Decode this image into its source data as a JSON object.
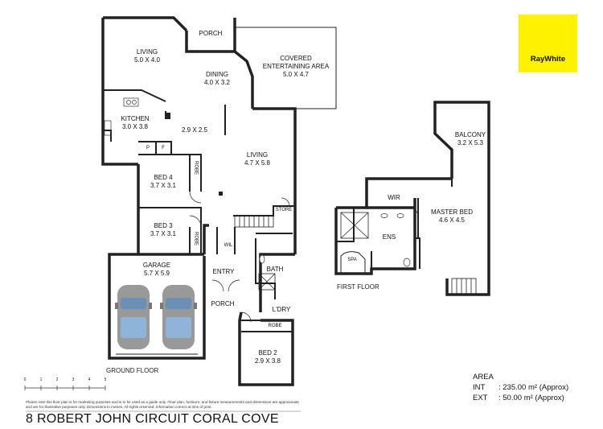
{
  "brand": {
    "name": "RayWhite",
    "color": "#fff200"
  },
  "address": "8 ROBERT JOHN CIRCUIT CORAL COVE",
  "floors": {
    "ground": "GROUND FLOOR",
    "first": "FIRST FLOOR"
  },
  "rooms": {
    "living1": {
      "name": "LIVING",
      "dim": "5.0 X 4.0"
    },
    "porch_top": {
      "name": "PORCH"
    },
    "covered": {
      "name": "COVERED",
      "name2": "ENTERTAINING AREA",
      "dim": "5.0 X 4.7"
    },
    "dining": {
      "name": "DINING",
      "dim": "4.0 X 3.2"
    },
    "kitchen": {
      "name": "KITCHEN",
      "dim": "3.0 X 3.8"
    },
    "hall": {
      "dim": "2.9 X 2.5"
    },
    "living2": {
      "name": "LIVING",
      "dim": "4.7 X 5.8"
    },
    "bed4": {
      "name": "BED 4",
      "dim": "3.7 X 3.1"
    },
    "bed3": {
      "name": "BED 3",
      "dim": "3.7 X 3.1"
    },
    "garage": {
      "name": "GARAGE",
      "dim": "5.7 X 5.9"
    },
    "entry": {
      "name": "ENTRY"
    },
    "porch_bottom": {
      "name": "PORCH"
    },
    "bath": {
      "name": "BATH"
    },
    "ldry": {
      "name": "L'DRY"
    },
    "bed2": {
      "name": "BED 2",
      "dim": "2.9 X 3.8"
    },
    "balcony": {
      "name": "BALCONY",
      "dim": "3.2 X 5.3"
    },
    "wir": {
      "name": "WIR"
    },
    "master": {
      "name": "MASTER BED",
      "dim": "4.6 X 4.5"
    },
    "ens": {
      "name": "ENS"
    },
    "spa": {
      "name": "SPA"
    }
  },
  "small": {
    "p": "P",
    "f": "F",
    "robe": "ROBE",
    "wil": "WIL",
    "store": "STORE"
  },
  "scale": {
    "ticks": [
      "0",
      "1",
      "2",
      "3",
      "4",
      "5"
    ]
  },
  "area": {
    "title": "AREA",
    "rows": [
      {
        "key": "INT",
        "value": ": 235.00 m² (Approx)"
      },
      {
        "key": "EXT",
        "value": ": 50.00 m² (Approx)"
      }
    ]
  },
  "disclaimer": "Please note this floor plan is for marketing purposes and is to be used as a guide only. Floor plan, furniture, and fixture measurements and dimensions are approximate and are for illustrative purposes only. Dimensions in metres. All rights reserved. Information correct at time of print."
}
